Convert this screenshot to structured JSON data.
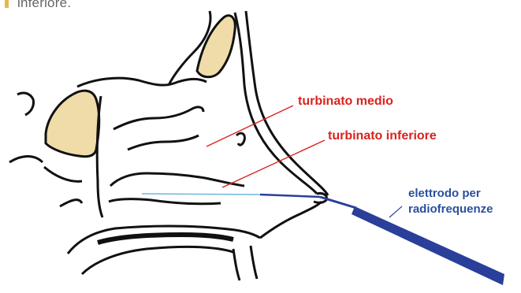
{
  "caption": {
    "text": "inferiore."
  },
  "labels": {
    "turbinato_medio": "turbinato medio",
    "turbinato_inferiore": "turbinato inferiore",
    "elettrodo_line1": "elettrodo per",
    "elettrodo_line2": "radiofrequenze"
  },
  "colors": {
    "outline": "#111111",
    "sinus_fill": "#f0dca8",
    "label_red": "#d9231f",
    "pointer_red": "#d9231f",
    "label_blue": "#2b4fa0",
    "electrode": "#2a3f9a",
    "electrode_tip": "#6fb8d8",
    "caption_mark": "#e8b84a"
  },
  "icons": {
    "caption_bullet": "caption-mark-icon"
  }
}
